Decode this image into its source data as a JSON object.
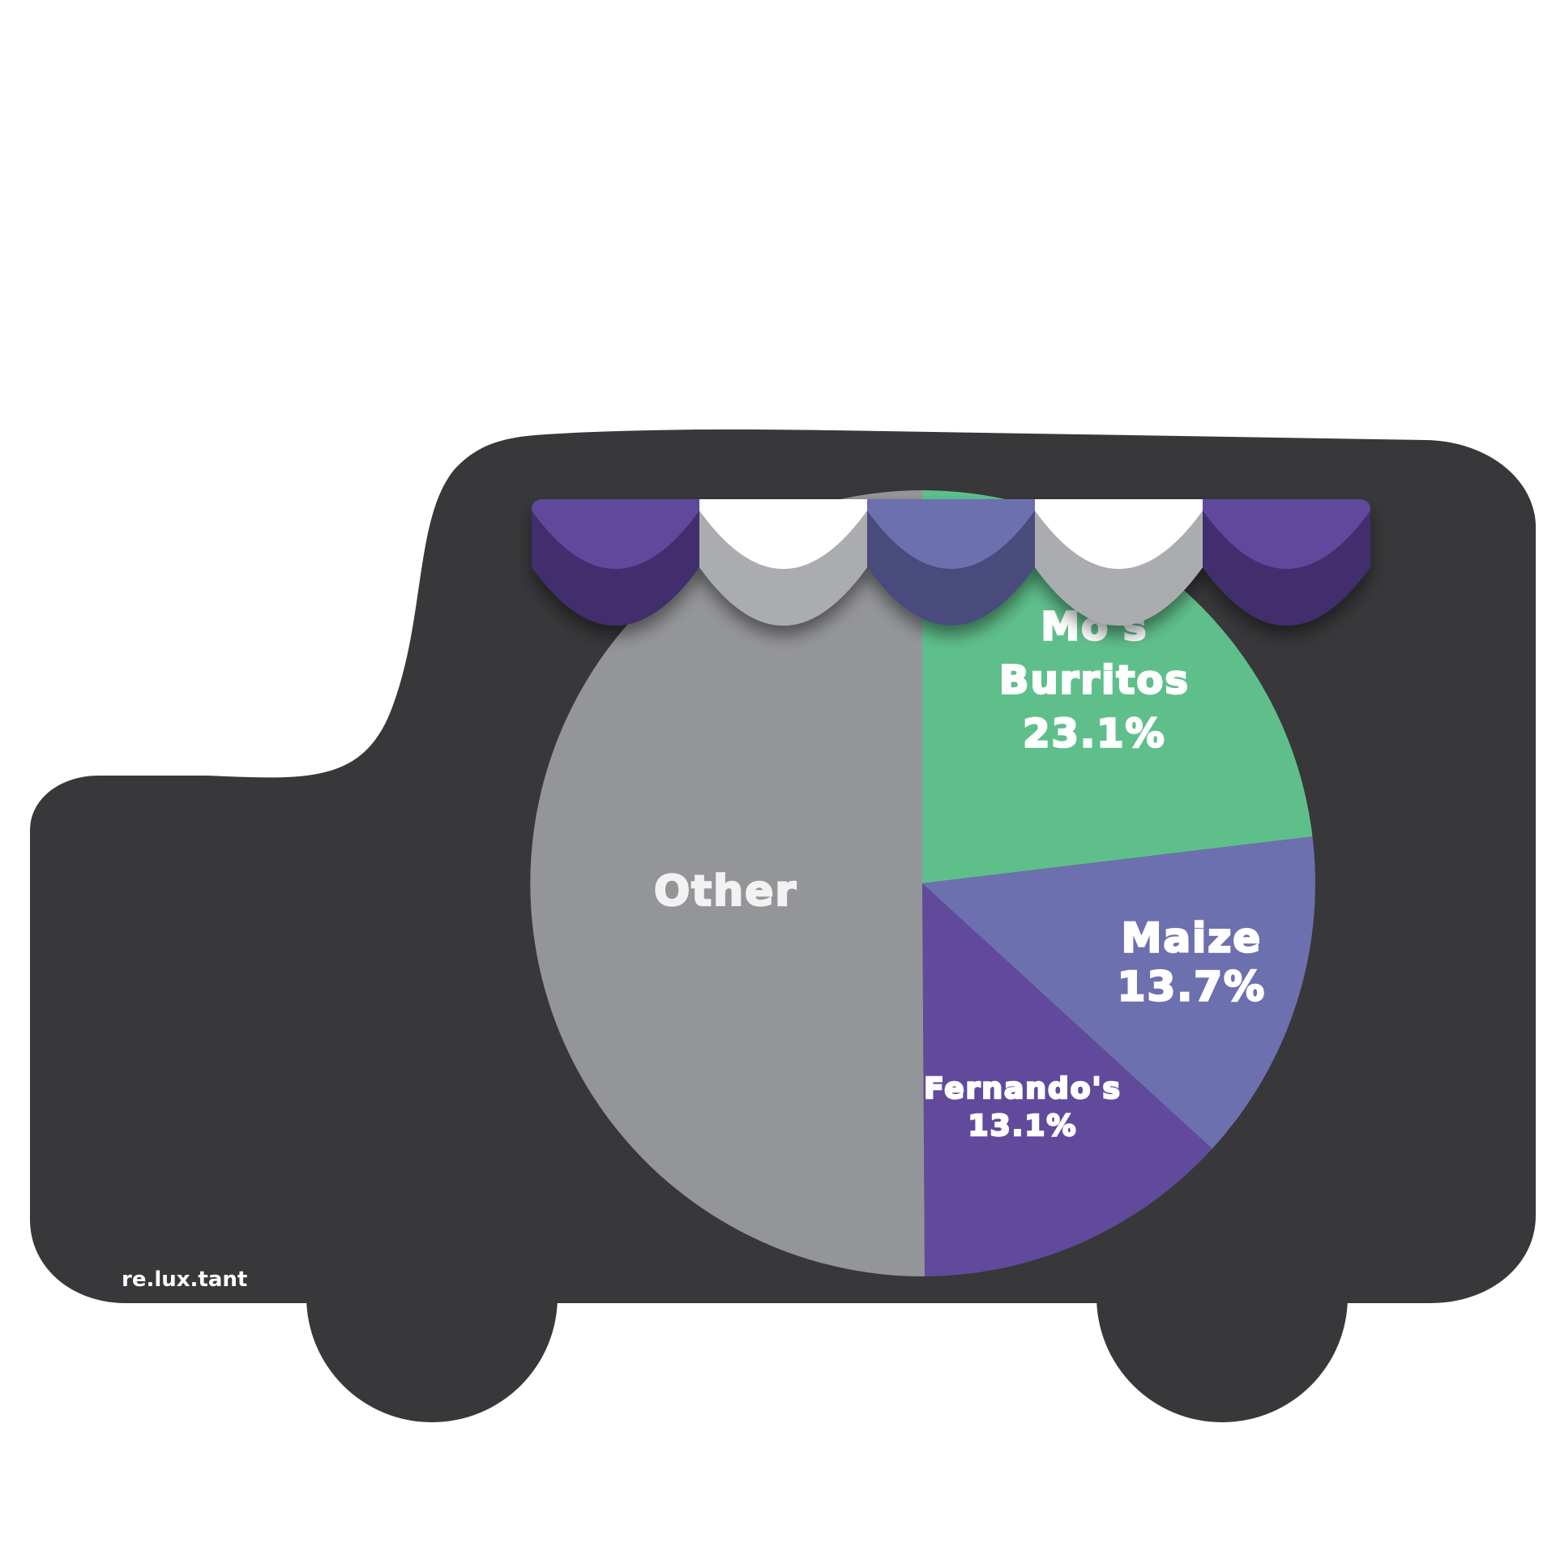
{
  "brand": "re.lux.tant",
  "colors": {
    "truck": "#38383a",
    "background": "#ffffff",
    "awning_purple": "#614a9c",
    "awning_purple_dark": "#432d6d",
    "awning_white": "#ffffff",
    "awning_white_dark": "#abacb0",
    "awning_blue": "#6d70ae",
    "awning_blue_dark": "#4a4b7b"
  },
  "chart_data": {
    "type": "pie",
    "start_direction": "up",
    "direction": "clockwise",
    "slices": [
      {
        "name": "Mo's Burritos",
        "label_lines": [
          "Mo's",
          "Burritos",
          "23.1%"
        ],
        "value": 23.1,
        "color": "#5fbf8b"
      },
      {
        "name": "Maize",
        "label_lines": [
          "Maize",
          "13.7%"
        ],
        "value": 13.7,
        "color": "#6d70ae"
      },
      {
        "name": "Fernando's",
        "label_lines": [
          "Fernando's",
          "13.1%"
        ],
        "value": 13.1,
        "color": "#614a9c"
      },
      {
        "name": "Other",
        "label_lines": [
          "Other"
        ],
        "value": 50.1,
        "color": "#949598"
      }
    ]
  }
}
